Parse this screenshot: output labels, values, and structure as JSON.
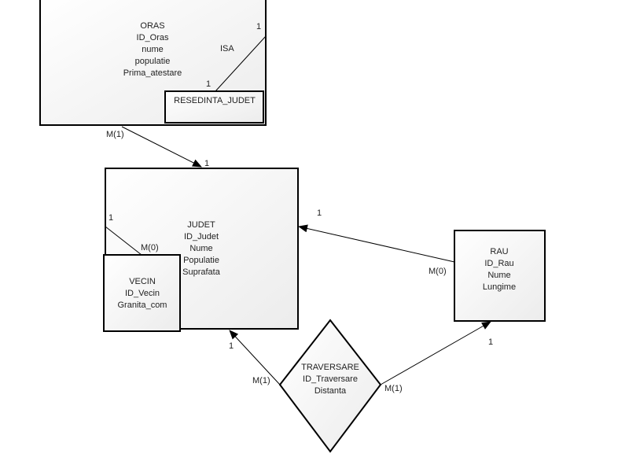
{
  "entities": {
    "oras": {
      "title": "ORAS",
      "attributes": [
        "ID_Oras",
        "nume",
        "populatie",
        "Prima_atestare"
      ]
    },
    "resedinta": {
      "title": "RESEDINTA_JUDET",
      "attributes": []
    },
    "judet": {
      "title": "JUDET",
      "attributes": [
        "ID_Judet",
        "Nume",
        "Populatie",
        "Suprafata"
      ]
    },
    "vecin": {
      "title": "VECIN",
      "attributes": [
        "ID_Vecin",
        "Granita_com"
      ]
    },
    "rau": {
      "title": "RAU",
      "attributes": [
        "ID_Rau",
        "Nume",
        "Lungime"
      ]
    },
    "traversare": {
      "title": "TRAVERSARE",
      "attributes": [
        "ID_Traversare",
        "Distanta"
      ]
    }
  },
  "relationships": {
    "isa": {
      "label": "ISA",
      "card_top": "1",
      "card_bottom": "1"
    },
    "oras_judet": {
      "card_from": "M(1)",
      "card_to": "1"
    },
    "judet_vecin": {
      "card_from": "1",
      "card_to": "M(0)"
    },
    "rau_judet": {
      "card_from": "M(0)",
      "card_to": "1"
    },
    "traversare_judet": {
      "card_from": "M(1)",
      "card_to": "1"
    },
    "traversare_rau": {
      "card_from": "M(1)",
      "card_to": "1"
    }
  }
}
